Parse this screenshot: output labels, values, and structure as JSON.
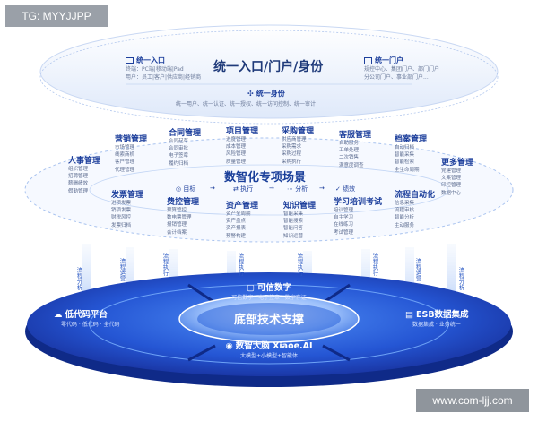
{
  "tag": "TG: MYYJJPP",
  "watermark": "www.com-ljj.com",
  "top": {
    "title": "统一入口/门户/身份",
    "left_label": "统一入口",
    "left_lines": [
      "终端：PC端|移动端|Pad",
      "用户：员工|客户|供应商|经销商"
    ],
    "right_label": "统一门户",
    "right_lines": [
      "规控中心、集团门户、部门门户",
      "分公司门户、事业部门户..."
    ],
    "identity_label": "统一身份",
    "identity_line": "统一用户、统一认证、统一授权、统一访问控制、统一审计"
  },
  "center": {
    "title": "数智化专项场景",
    "flow": [
      "目标",
      "执行",
      "分析",
      "绩效"
    ]
  },
  "modules": [
    {
      "name": "人事管理",
      "items": [
        "组织管理",
        "招聘管理",
        "薪酬绩效",
        "假勤管理"
      ]
    },
    {
      "name": "营销管理",
      "items": [
        "市场管理",
        "线索商机",
        "客户管理",
        "代理管理"
      ]
    },
    {
      "name": "合同管理",
      "items": [
        "合同起草",
        "合同审批",
        "电子签章",
        "履约归档"
      ]
    },
    {
      "name": "项目管理",
      "items": [
        "进度管理",
        "成本管理",
        "风险管理",
        "质量管理"
      ]
    },
    {
      "name": "采购管理",
      "items": [
        "供应商管理",
        "采购需求",
        "采购过程",
        "采购执行"
      ]
    },
    {
      "name": "客服管理",
      "items": [
        "自助服务",
        "工单处理",
        "二次销售",
        "满意度调查"
      ]
    },
    {
      "name": "档案管理",
      "items": [
        "自动归档",
        "智能采集",
        "智能检索",
        "全生命周期"
      ]
    },
    {
      "name": "更多管理",
      "items": [
        "党建管理",
        "文案管理",
        "印控管理",
        "数据中心"
      ]
    },
    {
      "name": "发票管理",
      "items": [
        "进项发票",
        "销项发票",
        "财税风控",
        "发票归档"
      ]
    },
    {
      "name": "费控管理",
      "items": [
        "预算管控",
        "数电票管理",
        "报销管理",
        "会计档案"
      ]
    },
    {
      "name": "资产管理",
      "items": [
        "资产全周期",
        "资产盘点",
        "资产报表",
        "预警构建"
      ]
    },
    {
      "name": "知识管理",
      "items": [
        "智能采集",
        "智能搜索",
        "智能问答",
        "知识运营"
      ]
    },
    {
      "name": "学习培训考试",
      "items": [
        "培训管理",
        "自主学习",
        "在线练习",
        "考试管理"
      ]
    },
    {
      "name": "流程自动化",
      "items": [
        "信息采集",
        "流程审核",
        "智能分析",
        "主动服务"
      ]
    }
  ],
  "flow_labels": [
    "流程分析",
    "流程运营",
    "流程执行",
    "流程执行",
    "流程执行",
    "流程执行",
    "流程运营",
    "流程分析"
  ],
  "bottom": {
    "core_title": "底部技术支撑",
    "top_seg_title": "可信数字",
    "top_seg_sub": "可信数字 · 电子签章 · 数字存证",
    "left_title": "低代码平台",
    "left_sub": "零代码 · 低代码 · 全代码",
    "right_title": "ESB数据集成",
    "right_sub": "数据集成 · 业务统一",
    "bottom_title": "数智大脑 Xiaoe.AI",
    "bottom_sub": "大模型+小模型+智能体"
  },
  "colors": {
    "deep_blue": "#1b3fb0",
    "mid_blue": "#2f6fe4",
    "light_blue": "#dce8fb",
    "text_blue": "#1d3f9c"
  }
}
